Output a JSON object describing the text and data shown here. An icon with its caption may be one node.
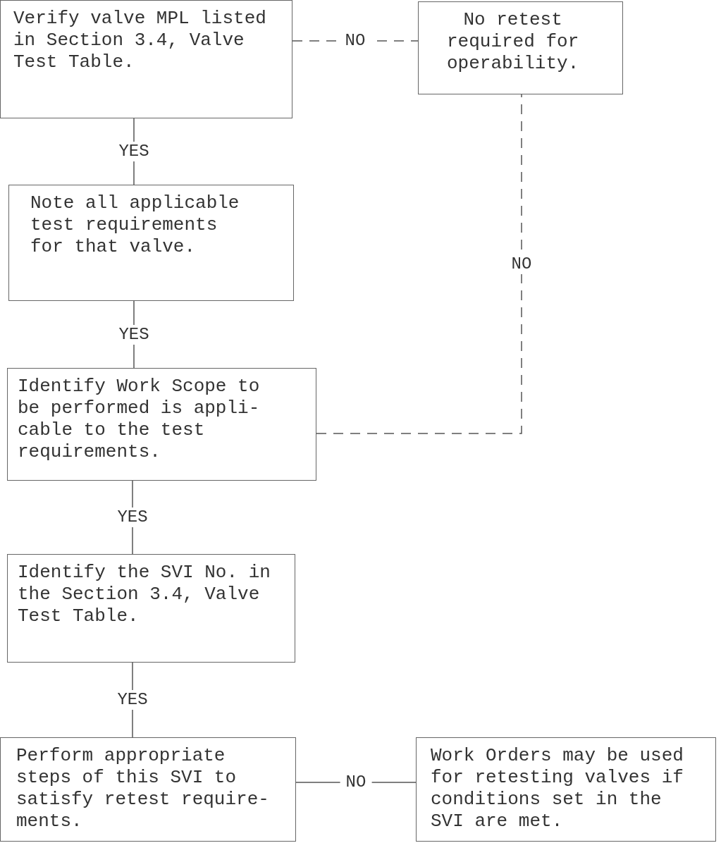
{
  "diagram": {
    "nodes": [
      {
        "text": [
          "Verify valve MPL listed in Section 3.4, Valve Test Table."
        ]
      },
      {
        "text": [
          "No retest required for operability."
        ]
      },
      {
        "text": [
          "Note all applicable test requirements for that valve."
        ]
      },
      {
        "text": [
          "Identify Work Scope to be performed is appli- cable to the test requirements."
        ]
      },
      {
        "text": [
          "Identify the SVI No. in the Section 3.4, Valve Test Table."
        ]
      },
      {
        "text": [
          "Perform appropriate steps of this SVI to satisfy retest require- ments."
        ]
      },
      {
        "text": [
          "Work Orders may be used for retesting valves if conditions set in the SVI are met."
        ]
      }
    ],
    "edges": [
      {
        "from": 0,
        "to": 1,
        "arrow": "none",
        "label": "NO",
        "style": "dashed"
      },
      {
        "from": 0,
        "to": 2,
        "arrow": "none",
        "label": "YES"
      },
      {
        "from": 2,
        "to": 3,
        "arrow": "none",
        "label": "YES"
      },
      {
        "from": 3,
        "to": 4,
        "arrow": "none",
        "label": "YES"
      },
      {
        "from": 4,
        "to": 5,
        "arrow": "none",
        "label": "YES"
      },
      {
        "from": 3,
        "to": 1,
        "arrow": "none",
        "label": "NO",
        "style": "dashed"
      },
      {
        "from": 5,
        "to": 6,
        "arrow": "none",
        "label": "NO"
      }
    ]
  }
}
